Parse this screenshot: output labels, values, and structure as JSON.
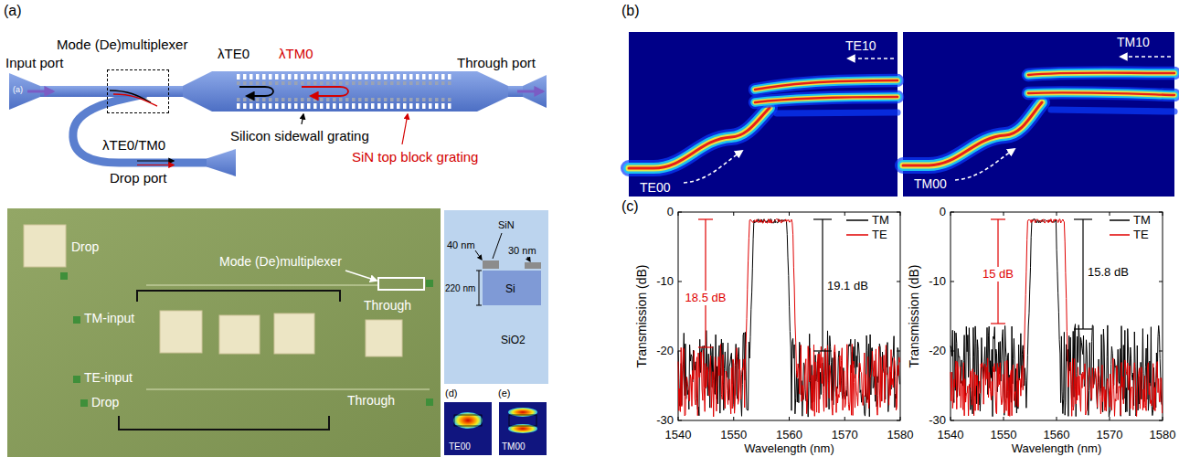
{
  "diagram": {
    "nodes": [
      {
        "text": [
          "Mode (De)multiplexer"
        ]
      }
    ],
    "labels": [
      "(a)",
      "Input port",
      "(a)",
      "λTE0",
      "λTM0",
      "Through port",
      "Silicon sidewall grating",
      "SiN top block grating",
      "λTE0/TM0",
      "Drop port",
      "Drop",
      "Mode (De)multiplexer",
      "TM-input",
      "Through",
      "TE-input",
      "Drop",
      "Through",
      "40 nm",
      "SiN",
      "30 nm",
      "220 nm",
      "Si",
      "SiO2",
      "(d)",
      "TE00",
      "(e)",
      "TM00",
      "(b)",
      "TE10",
      "TE00",
      "TM10",
      "TM00",
      "(c)",
      "0",
      "-10",
      "-20",
      "-30",
      "Transmission (dB)",
      "1540",
      "1550",
      "1560",
      "1570",
      "1580",
      "Wavelength (nm)",
      "18.5 dB",
      "19.1 dB",
      "0",
      "-10",
      "-20",
      "-30",
      "Transmission (dB)",
      "1540",
      "1550",
      "1560",
      "1570",
      "1580",
      "Wavelength (nm)",
      "15 dB",
      "15.8 dB"
    ],
    "legend": [
      {
        "text": "TM"
      },
      {
        "text": "TE"
      },
      {
        "text": "TM"
      },
      {
        "text": "TE"
      }
    ]
  }
}
